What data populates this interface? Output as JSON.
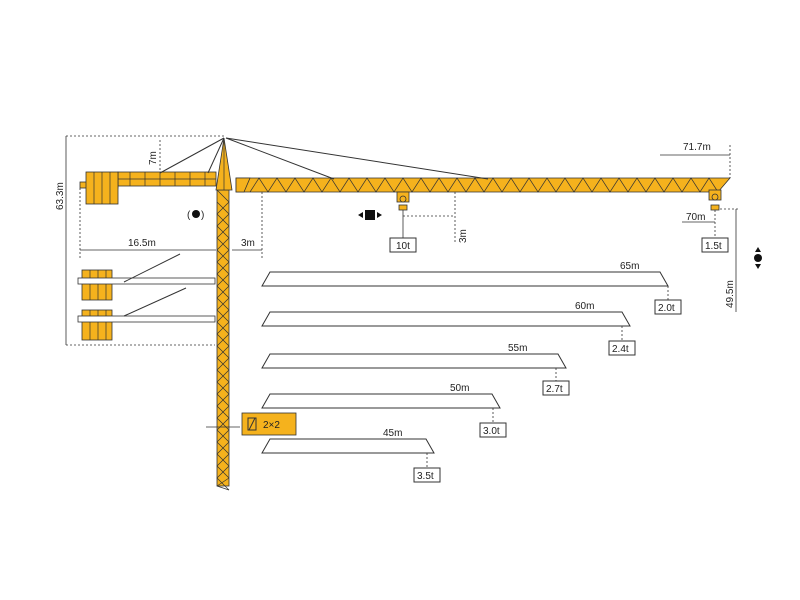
{
  "dimensions": {
    "total_height": "63.3m",
    "counter_jib_height": "7m",
    "counter_jib_length": "16.5m",
    "pivot_offset": "3m",
    "max_radius": "71.7m",
    "tip_radius": "70m",
    "hook_height": "49.5m",
    "trolley_drop": "3m"
  },
  "loads": {
    "max_load": "10t",
    "tip_load": "1.5t"
  },
  "mast_section": "2×2",
  "load_chart": [
    {
      "jib": "65m",
      "load": "2.0t"
    },
    {
      "jib": "60m",
      "load": "2.4t"
    },
    {
      "jib": "55m",
      "load": "2.7t"
    },
    {
      "jib": "50m",
      "load": "3.0t"
    },
    {
      "jib": "45m",
      "load": "3.5t"
    }
  ],
  "colors": {
    "steel": "#f5b21d",
    "line": "#333333"
  },
  "icons": [
    "slewing-icon",
    "trolley-travel-icon",
    "hoist-icon"
  ]
}
